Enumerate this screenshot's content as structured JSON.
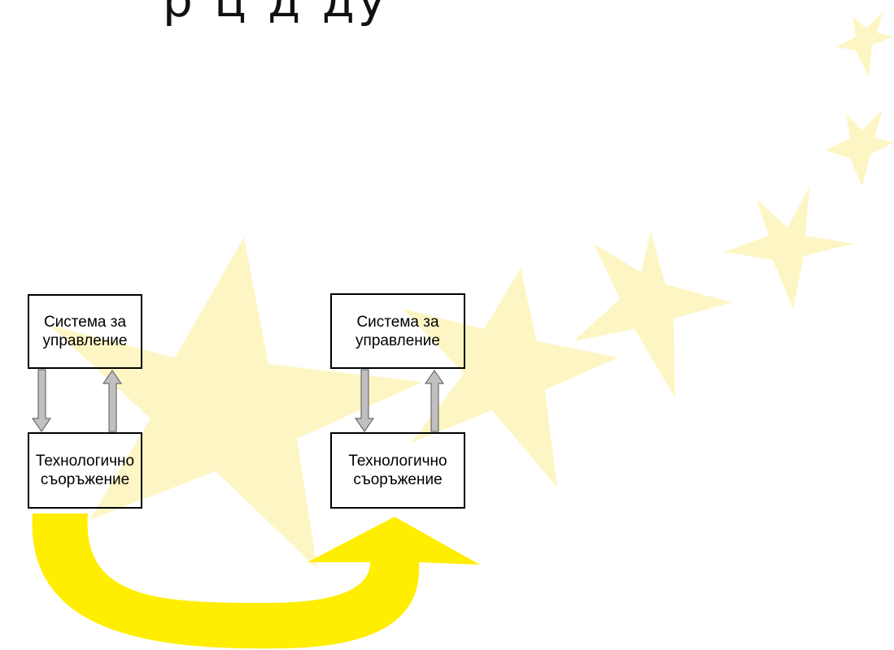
{
  "title_fragment": "р ц д ду",
  "left_system": {
    "control_label_line1": "Система за",
    "control_label_line2": "управление",
    "equipment_label_line1": "Технологично",
    "equipment_label_line2": "съоръжение"
  },
  "right_system": {
    "control_label_line1": "Система за",
    "control_label_line2": "управление",
    "equipment_label_line1": "Технологично",
    "equipment_label_line2": "съоръжение"
  },
  "colors": {
    "star": "#fdf6c4",
    "big_arrow": "#ffee00",
    "small_arrow_fill": "#c0c0c0",
    "border": "#000000"
  }
}
